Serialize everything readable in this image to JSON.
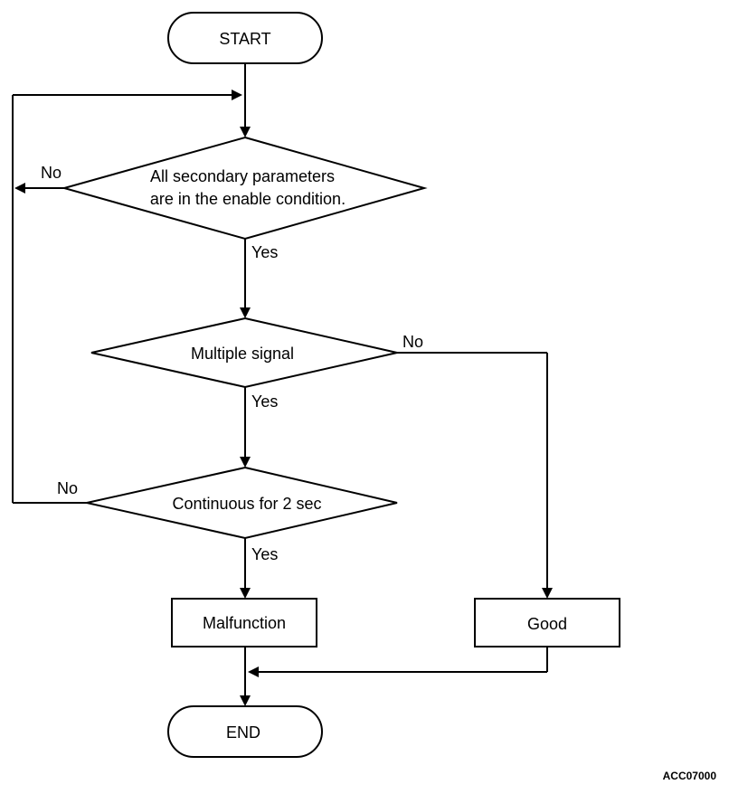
{
  "start": "START",
  "end": "END",
  "decisions": {
    "secondary_line1": "All secondary parameters",
    "secondary_line2": "are in the enable condition.",
    "multiple_signal": "Multiple signal",
    "continuous": "Continuous for 2 sec"
  },
  "processes": {
    "malfunction": "Malfunction",
    "good": "Good"
  },
  "branch_labels": {
    "yes": "Yes",
    "no": "No"
  },
  "figure_code": "ACC07000"
}
